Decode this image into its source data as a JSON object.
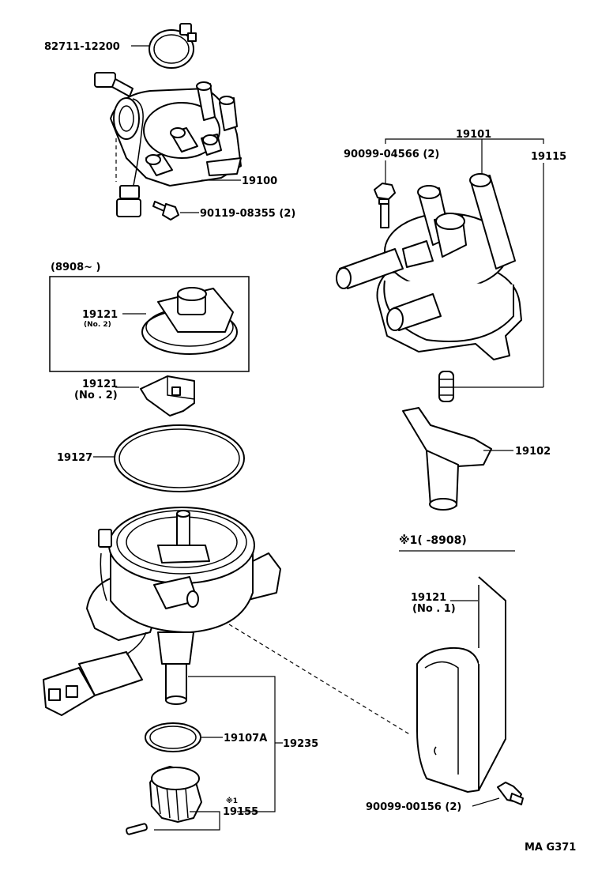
{
  "labels": {
    "band": "82711-12200",
    "distributor_assy": "19100",
    "screw_main": "90119-08355 (2)",
    "cap_assy": "19101",
    "cap_bolt": "90099-04566 (2)",
    "cap": "19115",
    "rotor": "19102",
    "inset_range": "(8908~        )",
    "inset_part": "19121",
    "inset_part_sub": "(No. 2)",
    "cover_no2": "19121",
    "cover_no2_sub": "(No . 2)",
    "oring_cap": "19127",
    "footnote_range": "※1(        -8908)",
    "cover_no1": "19121",
    "cover_no1_sub": "(No . 1)",
    "cover_screw": "90099-00156 (2)",
    "oring_shaft": "19107A",
    "housing": "19235",
    "gear_mark": "※1",
    "gear": "19155",
    "ref_code": "MA G371"
  }
}
